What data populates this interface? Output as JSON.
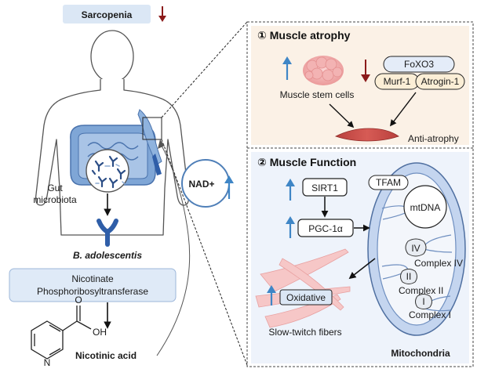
{
  "left": {
    "sarcopenia": "Sarcopenia",
    "gut_microbiota_line1": "Gut",
    "gut_microbiota_line2": "microbiota",
    "bacterium": "B. adolescentis",
    "enzyme_line1": "Nicotinate",
    "enzyme_line2": "Phosphoribosyltransferase",
    "compound": "Nicotinic acid",
    "oh_label": "OH",
    "o_label": "O",
    "n_label": "N"
  },
  "center": {
    "nad": "NAD+"
  },
  "panel1": {
    "title": "① Muscle atrophy",
    "stem_cells": "Muscle stem cells",
    "foxo3": "FoXO3",
    "murf1": "Murf-1",
    "atrogin1": "Atrogin-1",
    "anti_atrophy": "Anti-atrophy"
  },
  "panel2": {
    "title": "② Muscle Function",
    "sirt1": "SIRT1",
    "pgc1a": "PGC-1α",
    "tfam": "TFAM",
    "mtdna": "mtDNA",
    "complex4_num": "IV",
    "complex4": "Complex IV",
    "complex2_num": "II",
    "complex2": "Complex II",
    "complex1_num": "I",
    "complex1": "Complex I",
    "oxidative": "Oxidative",
    "slow_twitch": "Slow-twitch fibers",
    "mitochondria": "Mitochondria"
  },
  "colors": {
    "up_arrow": "#3f86c6",
    "down_arrow": "#8b1a1a",
    "panel1_bg": "#fbf1e6",
    "panel2_bg": "#eef3fb",
    "enzyme_bg": "#dfeaf7",
    "label_blue_bg": "#dbe7f5",
    "foxo_bg": "#e4ecf8",
    "murf_bg": "#fbeed6",
    "mito_outer": "#c4d5ef",
    "mito_inner": "#f3f6fb"
  }
}
